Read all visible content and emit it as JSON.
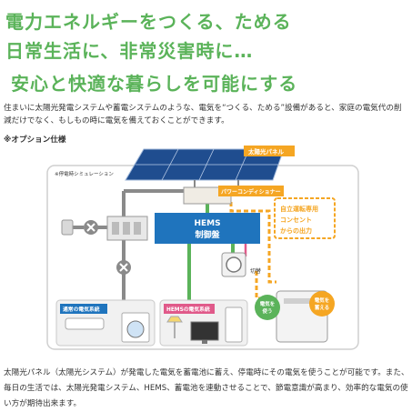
{
  "headline": {
    "line1": "電力エネルギーをつくる、ためる",
    "line2": "日常生活に、非常災害時に…",
    "line3": "安心と快適な暮らしを可能にする"
  },
  "intro": "住まいに太陽光発電システムや蓄電システムのような、電気を“つくる、ためる”設備があると、家庭の電気代の削減だけでなく、もしもの時に電気を備えておくことができます。",
  "option_note": "※オプション仕様",
  "diagram": {
    "panel_title": "※停電時シミュレーション",
    "solar_label": "太陽光パネル",
    "power_conditioner_label": "パワーコンディショナー",
    "hems_line1": "HEMS",
    "hems_line2": "制御盤",
    "outlet_line1": "自立運転専用",
    "outlet_line2": "コンセント",
    "outlet_line3": "からの出力",
    "switch_label": "切替",
    "normal_system_label": "通常の電気系統",
    "hems_system_label": "HEMSの電気系統",
    "use_line1": "電気を",
    "use_line2": "使う",
    "store_line1": "電気を",
    "store_line2": "蓄える",
    "colors": {
      "green": "#5bb35a",
      "orange": "#f5a623",
      "blue": "#1f74bd",
      "pink": "#e05a8a",
      "gray": "#8a8a8a"
    }
  },
  "outro": "太陽光パネル（太陽光システム）が発電した電気を蓄電池に蓄え、停電時にその電気を使うことが可能です。また、毎日の生活では、太陽光発電システム、HEMS、蓄電池を連動させることで、節電意識が高まり、効率的な電気の使い方が期待出来ます。"
}
